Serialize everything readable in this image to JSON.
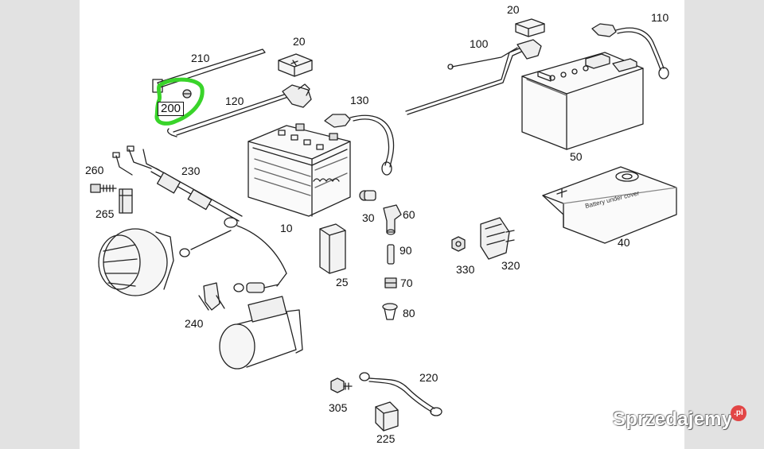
{
  "labels": [
    {
      "id": "210",
      "text": "210"
    },
    {
      "id": "20a",
      "text": "20"
    },
    {
      "id": "20b",
      "text": "20"
    },
    {
      "id": "110",
      "text": "110"
    },
    {
      "id": "100",
      "text": "100"
    },
    {
      "id": "200",
      "text": "200"
    },
    {
      "id": "120",
      "text": "120"
    },
    {
      "id": "130",
      "text": "130"
    },
    {
      "id": "50",
      "text": "50"
    },
    {
      "id": "260",
      "text": "260"
    },
    {
      "id": "230",
      "text": "230"
    },
    {
      "id": "265",
      "text": "265"
    },
    {
      "id": "10",
      "text": "10"
    },
    {
      "id": "30",
      "text": "30"
    },
    {
      "id": "60",
      "text": "60"
    },
    {
      "id": "40",
      "text": "40"
    },
    {
      "id": "25",
      "text": "25"
    },
    {
      "id": "90",
      "text": "90"
    },
    {
      "id": "330",
      "text": "330"
    },
    {
      "id": "320",
      "text": "320"
    },
    {
      "id": "70",
      "text": "70"
    },
    {
      "id": "240",
      "text": "240"
    },
    {
      "id": "80",
      "text": "80"
    },
    {
      "id": "220",
      "text": "220"
    },
    {
      "id": "305",
      "text": "305"
    },
    {
      "id": "225",
      "text": "225"
    }
  ],
  "battery_cover_text": "Battery under cover",
  "highlight_color": "#39d42a",
  "watermark": {
    "text": "Sprzedajemy",
    "badge": ".pl"
  }
}
